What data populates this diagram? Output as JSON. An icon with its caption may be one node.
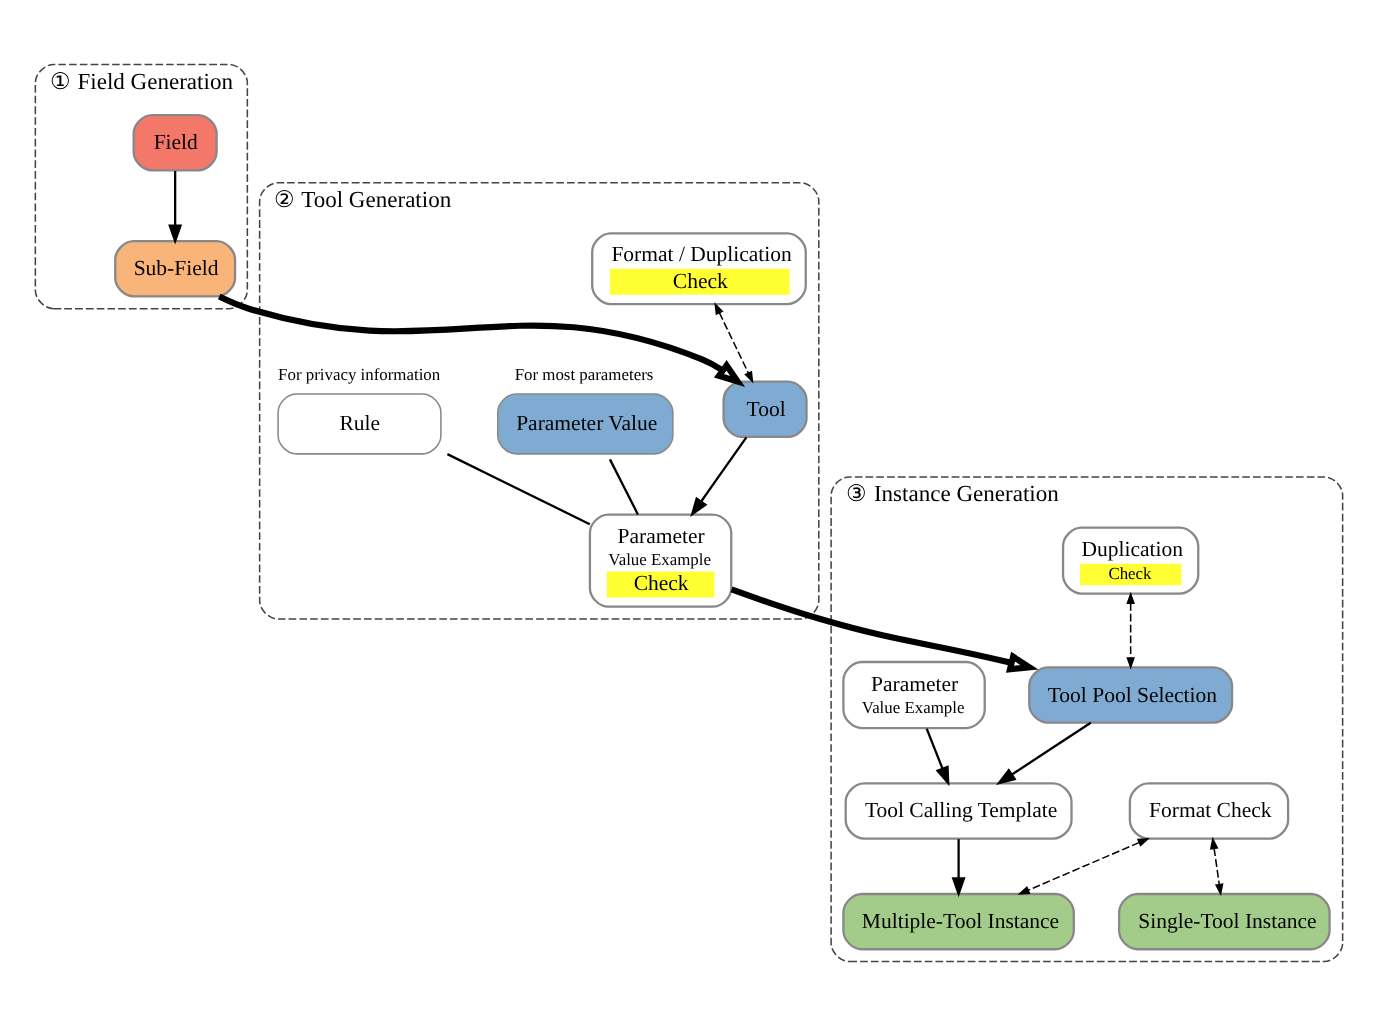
{
  "diagram": {
    "nodes": [
      {
        "text": [
          "① Field Generation"
        ]
      },
      {
        "text": [
          "Field"
        ],
        "in": 0
      },
      {
        "text": [
          "Sub-Field"
        ],
        "in": 0
      },
      {
        "text": [
          "② Tool Generation"
        ]
      },
      {
        "text": [
          "Format / Duplication",
          "Check"
        ],
        "in": 3
      },
      {
        "text": [
          "Tool"
        ],
        "in": 3
      },
      {
        "text": [
          "Parameter Value"
        ],
        "in": 3,
        "beside": [
          "For most parameters"
        ]
      },
      {
        "text": [
          "Rule"
        ],
        "in": 3,
        "beside": [
          "For privacy information"
        ]
      },
      {
        "text": [
          "Parameter",
          "Value Example",
          "Check"
        ],
        "in": 3
      },
      {
        "text": [
          "③ Instance Generation"
        ]
      },
      {
        "text": [
          "Format Check"
        ],
        "in": 9
      },
      {
        "text": [
          "Duplication",
          "Check"
        ],
        "in": 9
      },
      {
        "text": [
          "Tool Pool Selection"
        ],
        "in": 9
      },
      {
        "text": [
          "Single-Tool Instance"
        ],
        "in": 9
      },
      {
        "text": [
          "Multiple-Tool Instance"
        ],
        "in": 9
      },
      {
        "text": [
          "Tool Calling Template"
        ],
        "in": 9
      },
      {
        "text": [
          "Parameter",
          "Value Example"
        ],
        "in": 9
      }
    ],
    "edges": [
      {
        "from": 1,
        "to": 2,
        "arrow": "to"
      },
      {
        "from": 2,
        "to": 5,
        "arrow": "to",
        "style": "thick"
      },
      {
        "from": 4,
        "to": 5,
        "arrow": "both",
        "style": "dashed"
      },
      {
        "from": 5,
        "to": 8,
        "arrow": "to"
      },
      {
        "from": 6,
        "to": 8,
        "arrow": "none"
      },
      {
        "from": 7,
        "to": 8,
        "arrow": "none"
      },
      {
        "from": 8,
        "to": 12,
        "arrow": "to",
        "style": "thick"
      },
      {
        "from": 11,
        "to": 12,
        "arrow": "both",
        "style": "dashed"
      },
      {
        "from": 12,
        "to": 15,
        "arrow": "to"
      },
      {
        "from": 16,
        "to": 15,
        "arrow": "to"
      },
      {
        "from": 15,
        "to": 14,
        "arrow": "to"
      },
      {
        "from": 10,
        "to": 13,
        "arrow": "both",
        "style": "dashed"
      },
      {
        "from": 10,
        "to": 14,
        "arrow": "both",
        "style": "dashed"
      }
    ]
  }
}
